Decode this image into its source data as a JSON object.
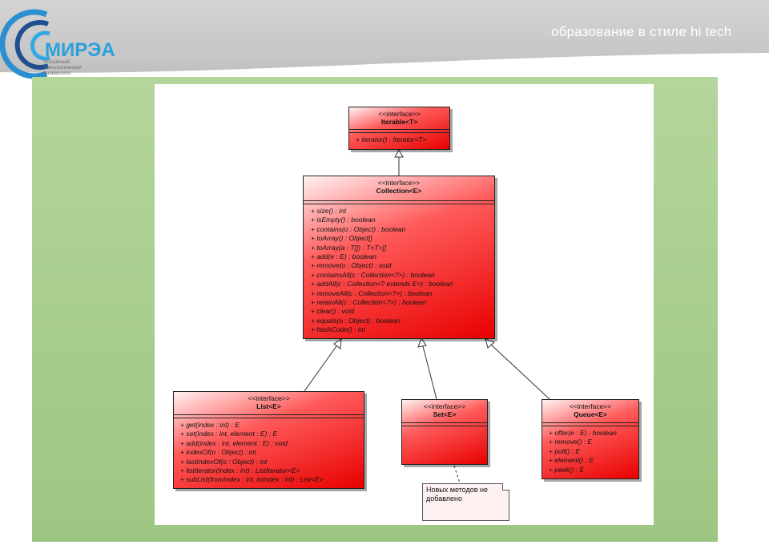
{
  "header": {
    "tagline": "образование в стиле hi tech",
    "logo_text": "МИРЭА",
    "logo_sub": "Российский технологический университет"
  },
  "diagram": {
    "iterable": {
      "stereotype": "<<interface>>",
      "name": "Iterable<T>",
      "ops": [
        "+ iterator() : Iterator<T>"
      ]
    },
    "collection": {
      "stereotype": "<<interface>>",
      "name": "Collection<E>",
      "ops": [
        "+ size() : int",
        "+ isEmpty() : boolean",
        "+ contains(o : Object) : boolean",
        "+ toArray() : Object[]",
        "+ toArray(a : T[]) : T<T>[]",
        "+ add(e : E) : boolean",
        "+ remove(o : Object) : void",
        "+ containsAll(c : Collection<?>) : boolean",
        "+ addAll(c : Collection<? extends E>) : boolean",
        "+ removeAll(c : Collection<?>) : boolean",
        "+ retainAll(c : Collection<?>) : boolean",
        "+ clear() : void",
        "+ equals(o : Object) : boolean",
        "+ hashCode() : int"
      ]
    },
    "list": {
      "stereotype": "<<interface>>",
      "name": "List<E>",
      "ops": [
        "+ get(index : int) : E",
        "+ set(index : int, element : E) : E",
        "+ add(index : int, element : E) : void",
        "+ indexOf(o : Object) : int",
        "+ lastIndexOf(o : Object) : int",
        "+ listIterator(index : int) : ListIterator<E>",
        "+ subList(fromIndex : int, toIndex : int) : List<E>"
      ]
    },
    "set": {
      "stereotype": "<<interface>>",
      "name": "Set<E>",
      "ops": []
    },
    "queue": {
      "stereotype": "<<interface>>",
      "name": "Queue<E>",
      "ops": [
        "+ offer(e : E) : boolean",
        "+ remove() : E",
        "+ poll() : E",
        "+ element() : E",
        "+ peek() : E"
      ]
    },
    "note": "Новых методов не добавлено"
  }
}
